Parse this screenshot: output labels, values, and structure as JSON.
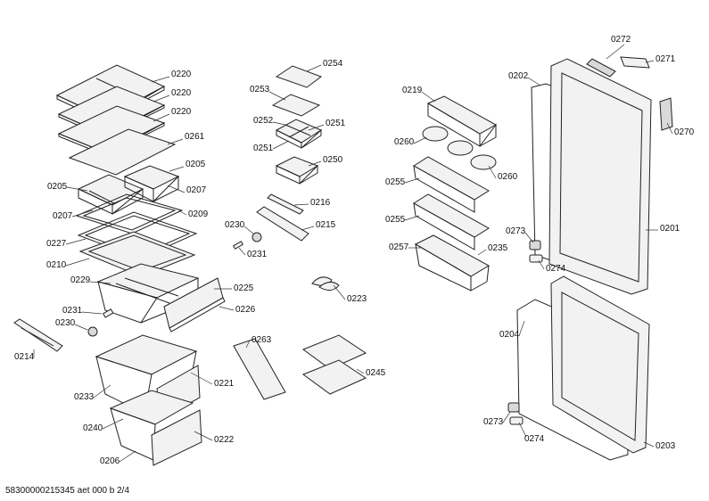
{
  "footer": "58300000215345 aet 000 b 2/4",
  "labels": [
    {
      "text": "0220"
    },
    {
      "text": "0220"
    },
    {
      "text": "0220"
    },
    {
      "text": "0261"
    },
    {
      "text": "0205"
    },
    {
      "text": "0205"
    },
    {
      "text": "0207"
    },
    {
      "text": "0207"
    },
    {
      "text": "0209"
    },
    {
      "text": "0227"
    },
    {
      "text": "0210"
    },
    {
      "text": "0229"
    },
    {
      "text": "0225"
    },
    {
      "text": "0226"
    },
    {
      "text": "0231"
    },
    {
      "text": "0230"
    },
    {
      "text": "0214"
    },
    {
      "text": "0233"
    },
    {
      "text": "0221"
    },
    {
      "text": "0240"
    },
    {
      "text": "0222"
    },
    {
      "text": "0206"
    },
    {
      "text": "0254"
    },
    {
      "text": "0253"
    },
    {
      "text": "0252"
    },
    {
      "text": "0251"
    },
    {
      "text": "0251"
    },
    {
      "text": "0250"
    },
    {
      "text": "0216"
    },
    {
      "text": "0215"
    },
    {
      "text": "0230"
    },
    {
      "text": "0231"
    },
    {
      "text": "0223"
    },
    {
      "text": "0263"
    },
    {
      "text": "0245"
    },
    {
      "text": "0219"
    },
    {
      "text": "0260"
    },
    {
      "text": "0260"
    },
    {
      "text": "0255"
    },
    {
      "text": "0255"
    },
    {
      "text": "0257"
    },
    {
      "text": "0235"
    },
    {
      "text": "0202"
    },
    {
      "text": "0272"
    },
    {
      "text": "0271"
    },
    {
      "text": "0270"
    },
    {
      "text": "0201"
    },
    {
      "text": "0273"
    },
    {
      "text": "0274"
    },
    {
      "text": "0204"
    },
    {
      "text": "0273"
    },
    {
      "text": "0274"
    },
    {
      "text": "0203"
    }
  ]
}
